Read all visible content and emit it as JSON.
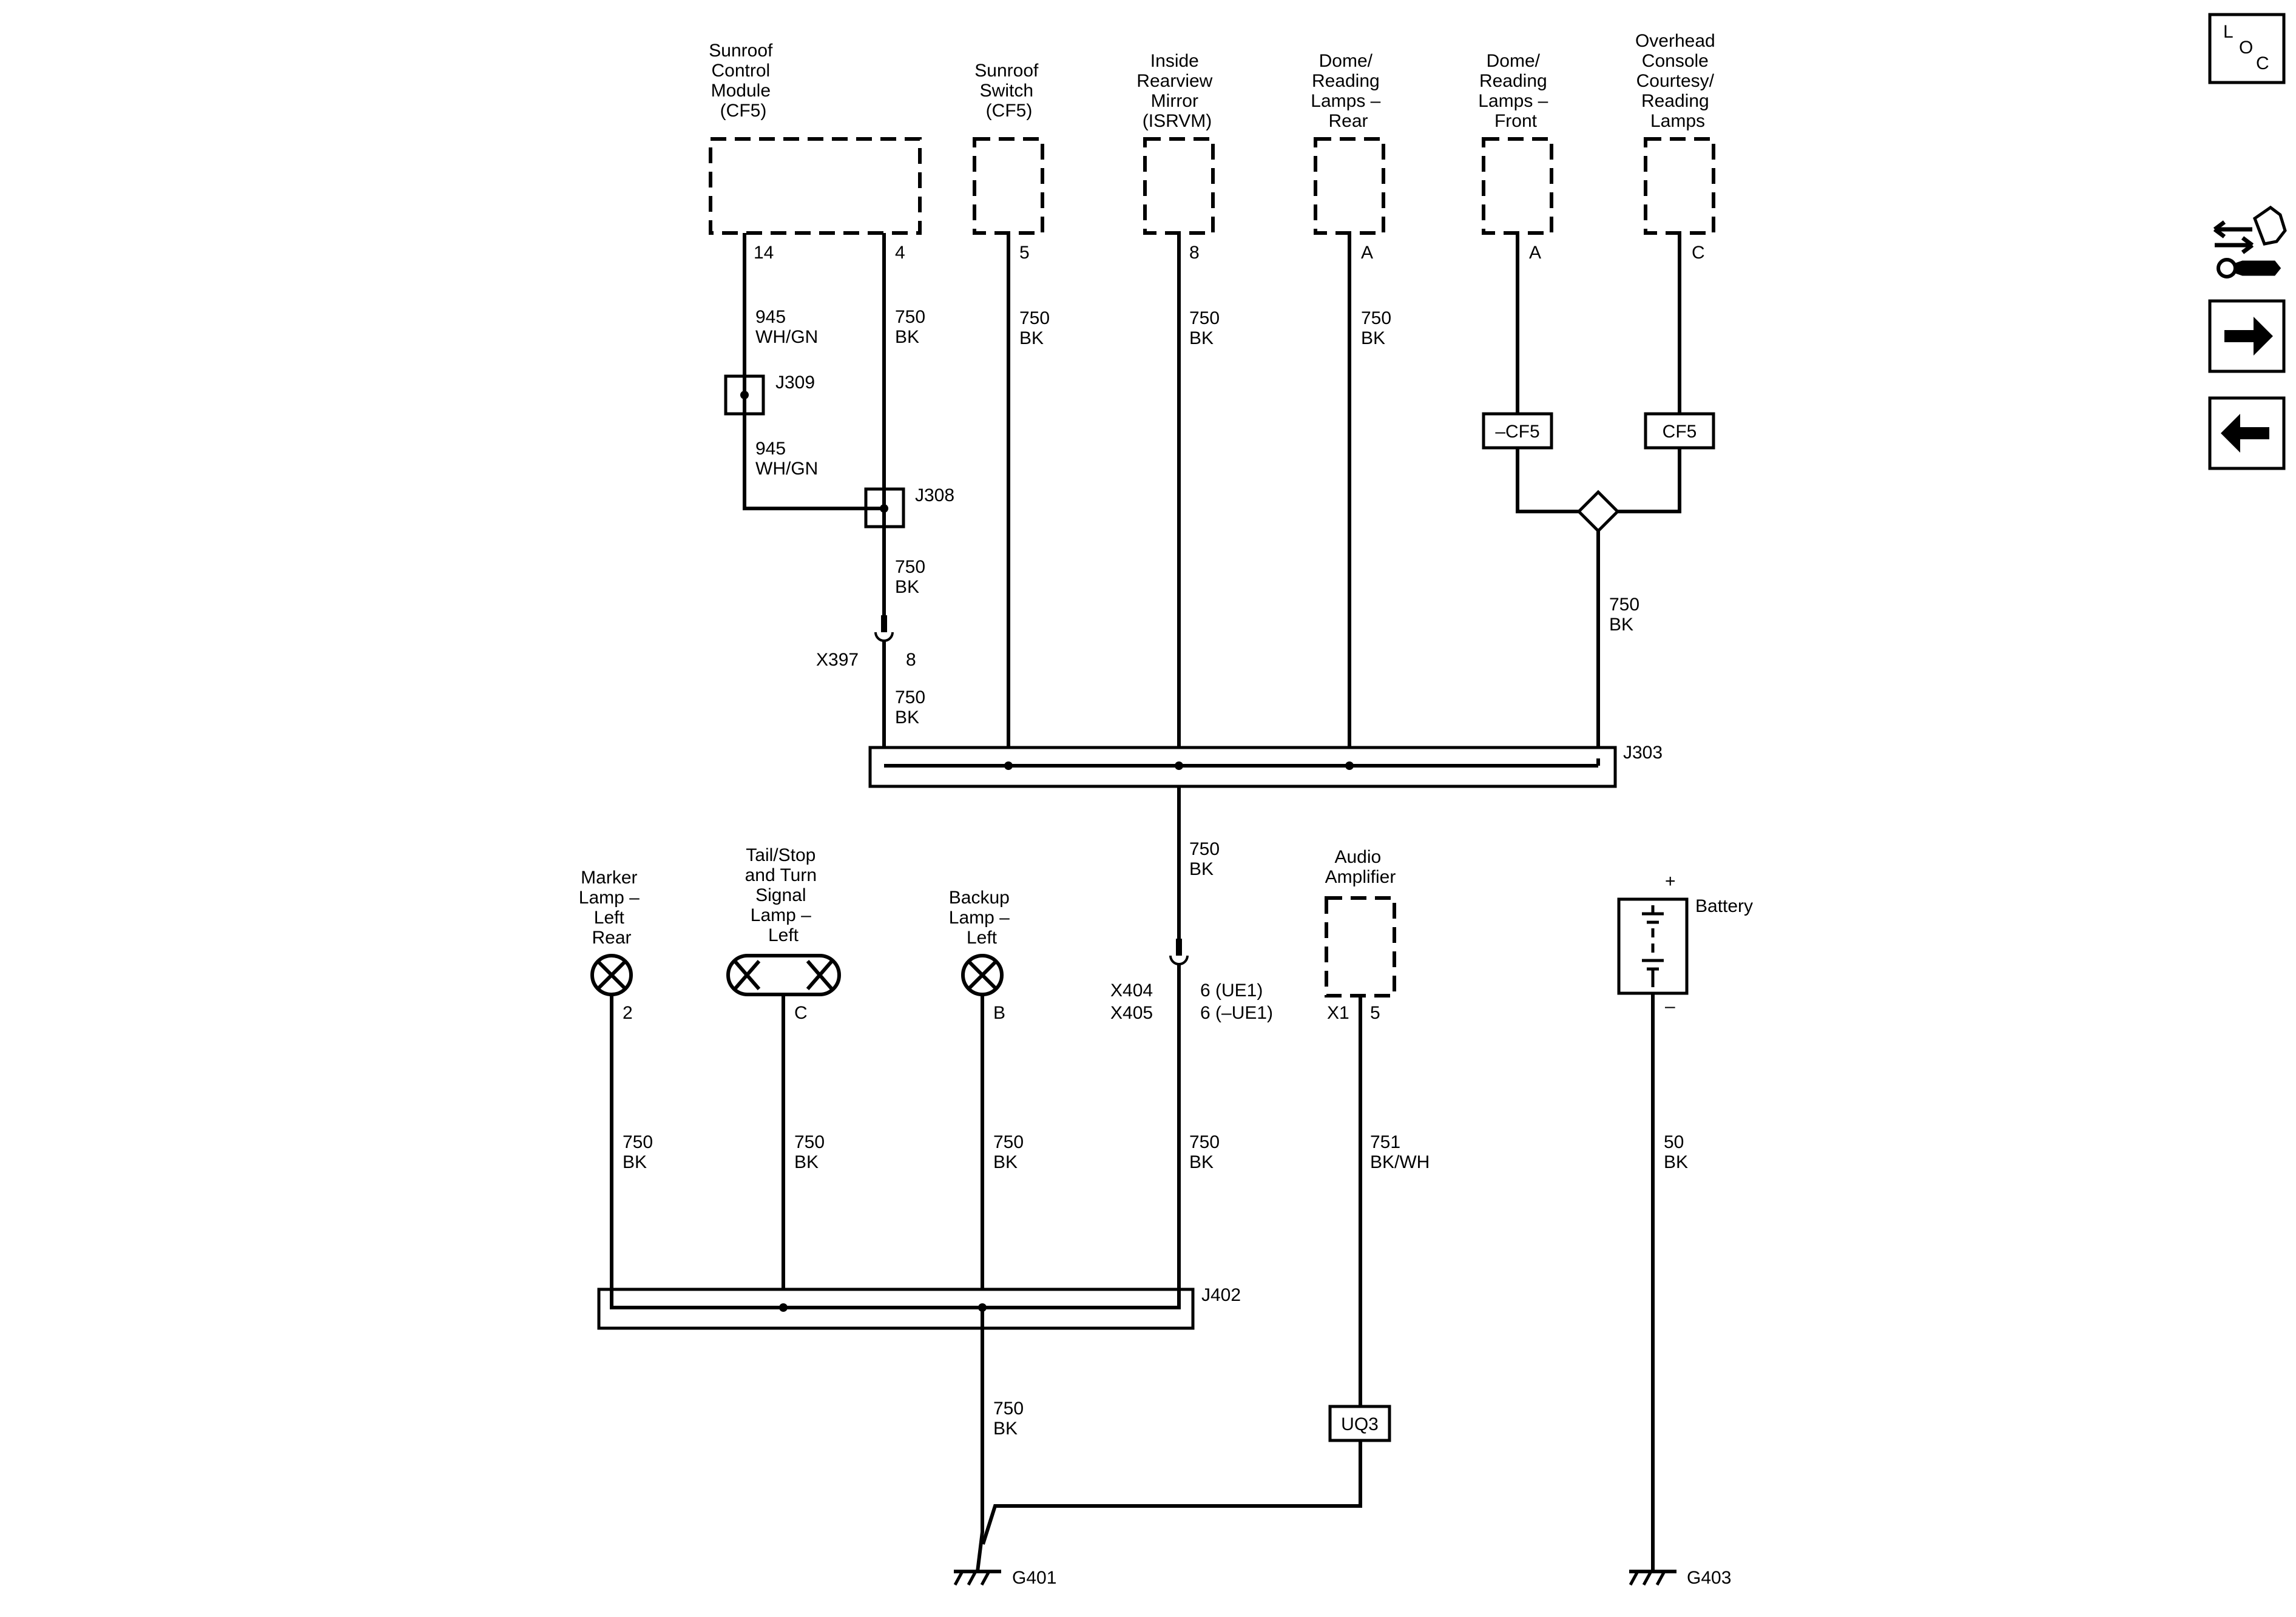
{
  "components": {
    "sunroof_module": [
      "Sunroof",
      "Control",
      "Module",
      "(CF5)"
    ],
    "sunroof_switch": [
      "Sunroof",
      "Switch",
      "(CF5)"
    ],
    "mirror": [
      "Inside",
      "Rearview",
      "Mirror",
      "(ISRVM)"
    ],
    "dome_rear": [
      "Dome/",
      "Reading",
      "Lamps –",
      "Rear"
    ],
    "dome_front": [
      "Dome/",
      "Reading",
      "Lamps –",
      "Front"
    ],
    "overhead": [
      "Overhead",
      "Console",
      "Courtesy/",
      "Reading",
      "Lamps"
    ],
    "marker": [
      "Marker",
      "Lamp –",
      "Left",
      "Rear"
    ],
    "tail": [
      "Tail/Stop",
      "and Turn",
      "Signal",
      "Lamp –",
      "Left"
    ],
    "backup": [
      "Backup",
      "Lamp –",
      "Left"
    ],
    "amplifier": [
      "Audio",
      "Amplifier"
    ],
    "battery": "Battery"
  },
  "pins": {
    "sunroof_module_a": "14",
    "sunroof_module_b": "4",
    "sunroof_switch": "5",
    "mirror": "8",
    "dome_rear": "A",
    "dome_front": "A",
    "overhead": "C",
    "marker": "2",
    "tail": "C",
    "backup": "B",
    "amp_connector": "X1",
    "amp_pin": "5",
    "x397_pin": "8",
    "x404_pin": "6 (UE1)",
    "x405_pin": "6 (–UE1)",
    "battery_plus": "+",
    "battery_minus": "–"
  },
  "wires": {
    "sr_945_top": [
      "945",
      "WH/GN"
    ],
    "sr_945_bottom": [
      "945",
      "WH/GN"
    ],
    "sr_750_top": [
      "750",
      "BK"
    ],
    "j308_to_x397": [
      "750",
      "BK"
    ],
    "x397_to_j303": [
      "750",
      "BK"
    ],
    "switch": [
      "750",
      "BK"
    ],
    "mirror": [
      "750",
      "BK"
    ],
    "dome_rear": [
      "750",
      "BK"
    ],
    "front_overhead": [
      "750",
      "BK"
    ],
    "j303_to_x404": [
      "750",
      "BK"
    ],
    "marker": [
      "750",
      "BK"
    ],
    "tail": [
      "750",
      "BK"
    ],
    "backup": [
      "750",
      "BK"
    ],
    "x404_to_j402": [
      "750",
      "BK"
    ],
    "amplifier": [
      "751",
      "BK/WH"
    ],
    "battery": [
      "50",
      "BK"
    ],
    "j402_to_g401": [
      "750",
      "BK"
    ]
  },
  "splices": {
    "j309": "J309",
    "j308": "J308",
    "j303": "J303",
    "j402": "J402"
  },
  "connectors": {
    "x397": "X397",
    "x404": "X404",
    "x405": "X405"
  },
  "options": {
    "cf5_not": "–CF5",
    "cf5": "CF5",
    "uq3": "UQ3"
  },
  "grounds": {
    "g401": "G401",
    "g403": "G403"
  },
  "nav": {
    "loc_l": "L",
    "loc_o": "O",
    "loc_c": "C"
  }
}
